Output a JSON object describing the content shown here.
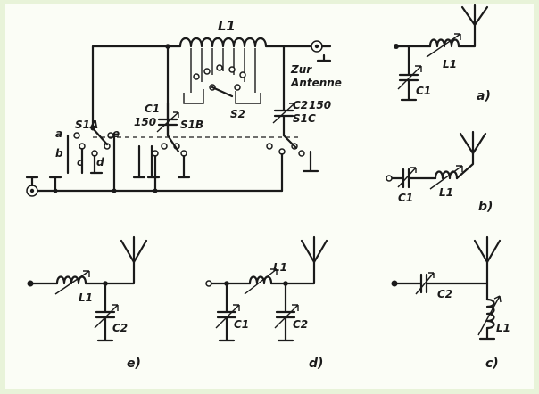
{
  "labels": {
    "L1_main": "L1",
    "zur": "Zur",
    "antenne": "Antenne",
    "c1": "C1",
    "c1_val": "150",
    "s1a": "S1A",
    "s1b": "S1B",
    "s2": "S2",
    "c2": "C2",
    "c2_val": "150",
    "s1c": "S1C",
    "a": "a",
    "b": "b",
    "c": "c",
    "d": "d",
    "e": "e"
  },
  "variants": {
    "a": {
      "c": "C1",
      "l": "L1",
      "caption": "a)"
    },
    "b": {
      "c": "C1",
      "l": "L1",
      "caption": "b)"
    },
    "c": {
      "c": "C2",
      "l": "L1",
      "caption": "c)"
    },
    "d": {
      "c1": "C1",
      "c2": "C2",
      "l": "L1",
      "caption": "d)"
    },
    "e": {
      "l": "L1",
      "c": "C2",
      "caption": "e)"
    }
  }
}
